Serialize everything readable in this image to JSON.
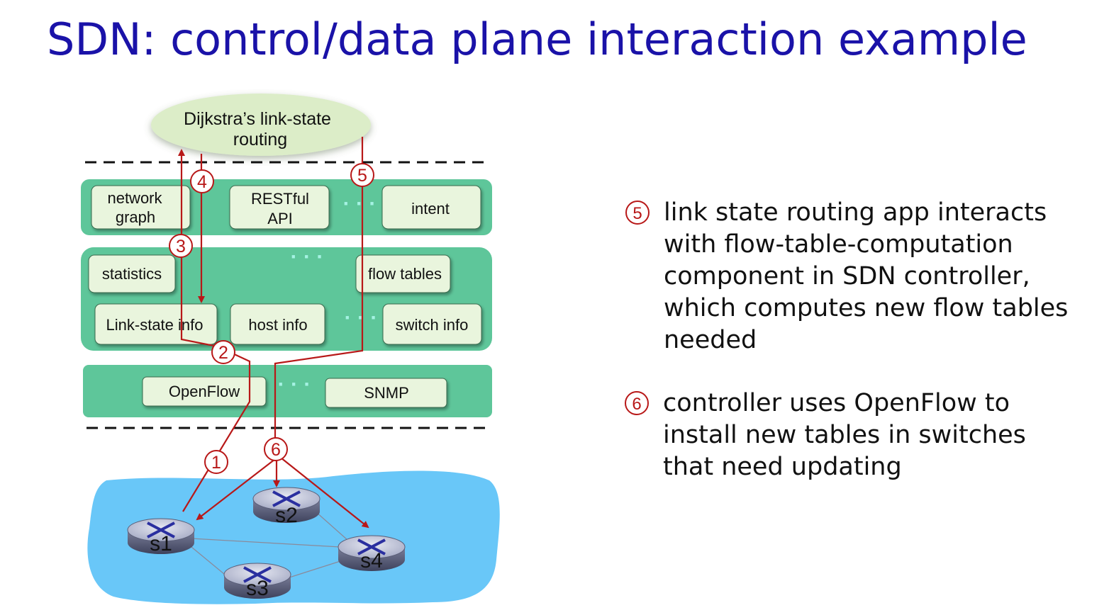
{
  "title": "SDN: control/data plane interaction example",
  "diagram": {
    "app_ellipse": [
      "Dijkstra’s link-state",
      "routing"
    ],
    "northbound_layer": {
      "network_graph": [
        "network",
        "graph"
      ],
      "restful_api": [
        "RESTful",
        "API"
      ],
      "intent": "intent"
    },
    "state_layer": {
      "statistics": "statistics",
      "flow_tables": "flow tables",
      "link_state_info": "Link-state info",
      "host_info": "host info",
      "switch_info": "switch info"
    },
    "southbound_layer": {
      "openflow": "OpenFlow",
      "snmp": "SNMP"
    },
    "ellipsis": "· · ·",
    "step_numbers": [
      "1",
      "2",
      "3",
      "4",
      "5",
      "6"
    ],
    "switches": [
      "s1",
      "s2",
      "s3",
      "s4"
    ],
    "colors": {
      "title": "#1a12a8",
      "layer": "#5ec69a",
      "box": "#e9f5dd",
      "arrow": "#b81818",
      "cloud": "#69c7f8",
      "ellipse": "#dcedc8",
      "dots": "#a5f2e3"
    }
  },
  "bullets": [
    {
      "number": "5",
      "lines": [
        "link state routing app interacts",
        "with flow-table-computation",
        "component in SDN controller,",
        "which computes new flow tables",
        "needed"
      ]
    },
    {
      "number": "6",
      "lines": [
        "controller uses OpenFlow to",
        "install new tables in switches",
        "that need updating"
      ]
    }
  ]
}
